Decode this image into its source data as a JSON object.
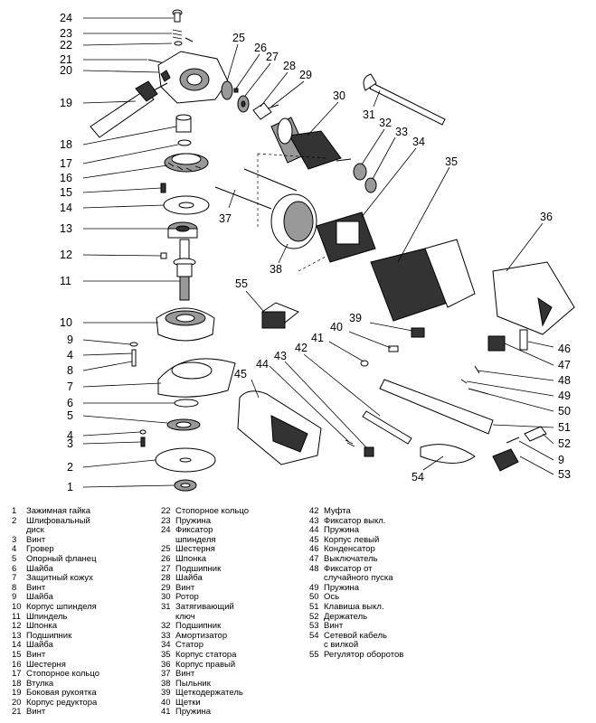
{
  "diagram": {
    "callouts": {
      "c1": "1",
      "c2": "2",
      "c3": "3",
      "c4": "4",
      "c4b": "4",
      "c5": "5",
      "c6": "6",
      "c7": "7",
      "c8": "8",
      "c9": "9",
      "c9b": "9",
      "c10": "10",
      "c11": "11",
      "c12": "12",
      "c13": "13",
      "c14": "14",
      "c15": "15",
      "c16": "16",
      "c17": "17",
      "c18": "18",
      "c19": "19",
      "c20": "20",
      "c21": "21",
      "c22": "22",
      "c23": "23",
      "c24": "24",
      "c25": "25",
      "c26": "26",
      "c27": "27",
      "c28": "28",
      "c29": "29",
      "c30": "30",
      "c31": "31",
      "c32": "32",
      "c33": "33",
      "c34": "34",
      "c35": "35",
      "c36": "36",
      "c37": "37",
      "c38": "38",
      "c39": "39",
      "c40": "40",
      "c41": "41",
      "c42": "42",
      "c43": "43",
      "c44": "44",
      "c45": "45",
      "c46": "46",
      "c47": "47",
      "c48": "48",
      "c49": "49",
      "c50": "50",
      "c51": "51",
      "c52": "52",
      "c53": "53",
      "c54": "54",
      "c55": "55"
    }
  },
  "legend": {
    "col1": [
      {
        "n": "1",
        "t": "Зажимная гайка"
      },
      {
        "n": "2",
        "t": "Шлифовальный"
      },
      {
        "n": "",
        "t": "диск"
      },
      {
        "n": "3",
        "t": "Винт"
      },
      {
        "n": "4",
        "t": "Гровер"
      },
      {
        "n": "5",
        "t": "Опорный фланец"
      },
      {
        "n": "6",
        "t": "Шайба"
      },
      {
        "n": "7",
        "t": "Защитный кожух"
      },
      {
        "n": "8",
        "t": "Винт"
      },
      {
        "n": "9",
        "t": "Шайба"
      },
      {
        "n": "10",
        "t": "Корпус шпинделя"
      },
      {
        "n": "11",
        "t": "Шпиндель"
      },
      {
        "n": "12",
        "t": "Шпонка"
      },
      {
        "n": "13",
        "t": "Подшипник"
      },
      {
        "n": "14",
        "t": "Шайба"
      },
      {
        "n": "15",
        "t": "Винт"
      },
      {
        "n": "16",
        "t": "Шестерня"
      },
      {
        "n": "17",
        "t": "Стопорное кольцо"
      },
      {
        "n": "18",
        "t": "Втулка"
      },
      {
        "n": "19",
        "t": "Боковая рукоятка"
      },
      {
        "n": "20",
        "t": "Корпус редуктора"
      },
      {
        "n": "21",
        "t": "Винт"
      }
    ],
    "col2": [
      {
        "n": "22",
        "t": "Стопорное кольцо"
      },
      {
        "n": "23",
        "t": "Пружина"
      },
      {
        "n": "24",
        "t": "Фиксатор"
      },
      {
        "n": "",
        "t": "шпинделя"
      },
      {
        "n": "25",
        "t": "Шестерня"
      },
      {
        "n": "26",
        "t": "Шпонка"
      },
      {
        "n": "27",
        "t": "Подшипник"
      },
      {
        "n": "28",
        "t": "Шайба"
      },
      {
        "n": "29",
        "t": "Винт"
      },
      {
        "n": "30",
        "t": "Ротор"
      },
      {
        "n": "31",
        "t": "Затягивающий"
      },
      {
        "n": "",
        "t": "ключ"
      },
      {
        "n": "32",
        "t": "Подшипник"
      },
      {
        "n": "33",
        "t": "Амортизатор"
      },
      {
        "n": "34",
        "t": "Статор"
      },
      {
        "n": "35",
        "t": "Корпус статора"
      },
      {
        "n": "36",
        "t": "Корпус правый"
      },
      {
        "n": "37",
        "t": "Винт"
      },
      {
        "n": "38",
        "t": "Пыльник"
      },
      {
        "n": "39",
        "t": "Щеткодержатель"
      },
      {
        "n": "40",
        "t": "Щетки"
      },
      {
        "n": "41",
        "t": "Пружина"
      }
    ],
    "col3": [
      {
        "n": "42",
        "t": "Муфта"
      },
      {
        "n": "43",
        "t": "Фиксатор выкл."
      },
      {
        "n": "44",
        "t": "Пружина"
      },
      {
        "n": "45",
        "t": "Корпус левый"
      },
      {
        "n": "46",
        "t": "Конденсатор"
      },
      {
        "n": "47",
        "t": "Выключатель"
      },
      {
        "n": "48",
        "t": "Фиксатор от"
      },
      {
        "n": "",
        "t": "случайного пуска"
      },
      {
        "n": "49",
        "t": "Пружина"
      },
      {
        "n": "50",
        "t": "Ось"
      },
      {
        "n": "51",
        "t": "Клавиша выкл."
      },
      {
        "n": "52",
        "t": "Держатель"
      },
      {
        "n": "53",
        "t": "Винт"
      },
      {
        "n": "54",
        "t": "Сетевой кабель"
      },
      {
        "n": "",
        "t": "с вилкой"
      },
      {
        "n": "55",
        "t": "Регулятор оборотов"
      }
    ]
  }
}
